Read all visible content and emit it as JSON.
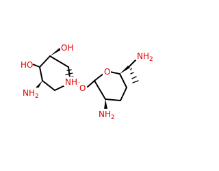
{
  "molecule": {
    "atoms": {
      "oh_top": "OH",
      "ho_left": "HO",
      "nh2_left": "NH2",
      "nh2_ring_bottom": "NH2",
      "o_bridge": "O",
      "o_ring": "O",
      "nh2_sugar": "NH2",
      "nh2_side": "NH2"
    }
  },
  "colors": {
    "bond": "#000000",
    "heteroatom": "#e00000",
    "background": "#ffffff"
  }
}
